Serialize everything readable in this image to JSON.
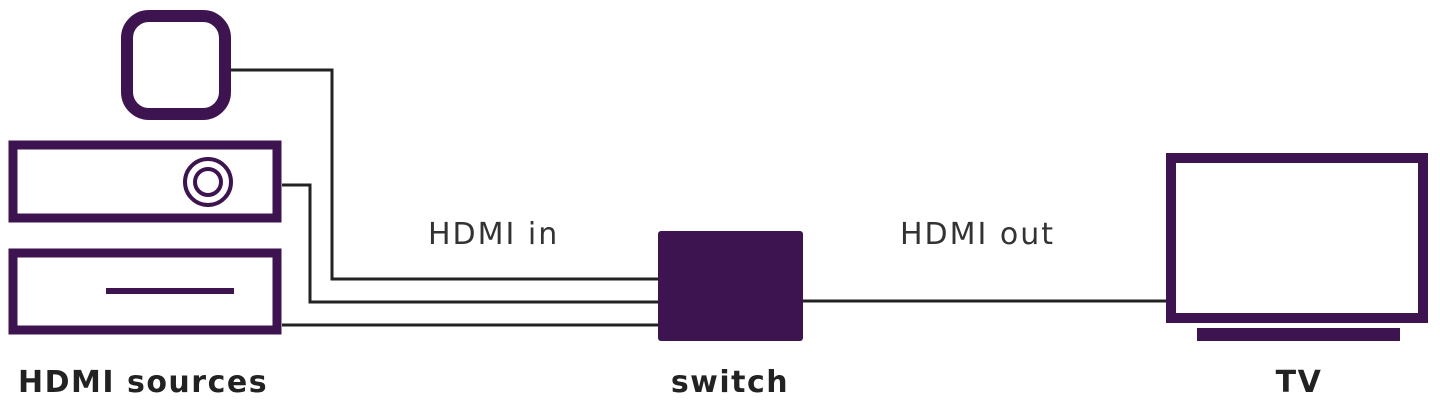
{
  "labels": {
    "sources": "HDMI sources",
    "switch": "switch",
    "tv": "TV",
    "hdmi_in": "HDMI in",
    "hdmi_out": "HDMI out"
  },
  "colors": {
    "device": "#3d1450",
    "wire": "#222222",
    "text": "#222222"
  }
}
